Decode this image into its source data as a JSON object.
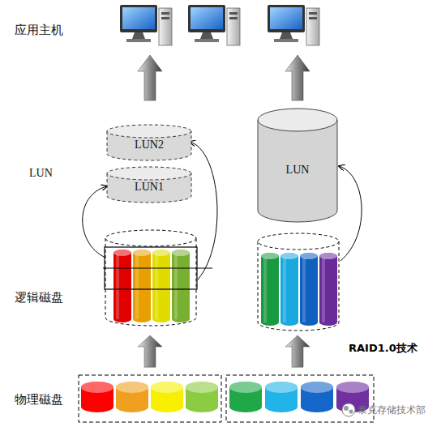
{
  "diagram": {
    "nodes": [
      {
        "text": [
          "LUN2"
        ]
      },
      {
        "text": [
          "LUN1"
        ]
      },
      {
        "text": [
          "LUN"
        ]
      }
    ],
    "labels": [
      "应用主机",
      "LUN",
      "逻辑磁盘",
      "物理磁盘",
      "RAID1.0技术",
      "泰克存储技术部"
    ]
  }
}
